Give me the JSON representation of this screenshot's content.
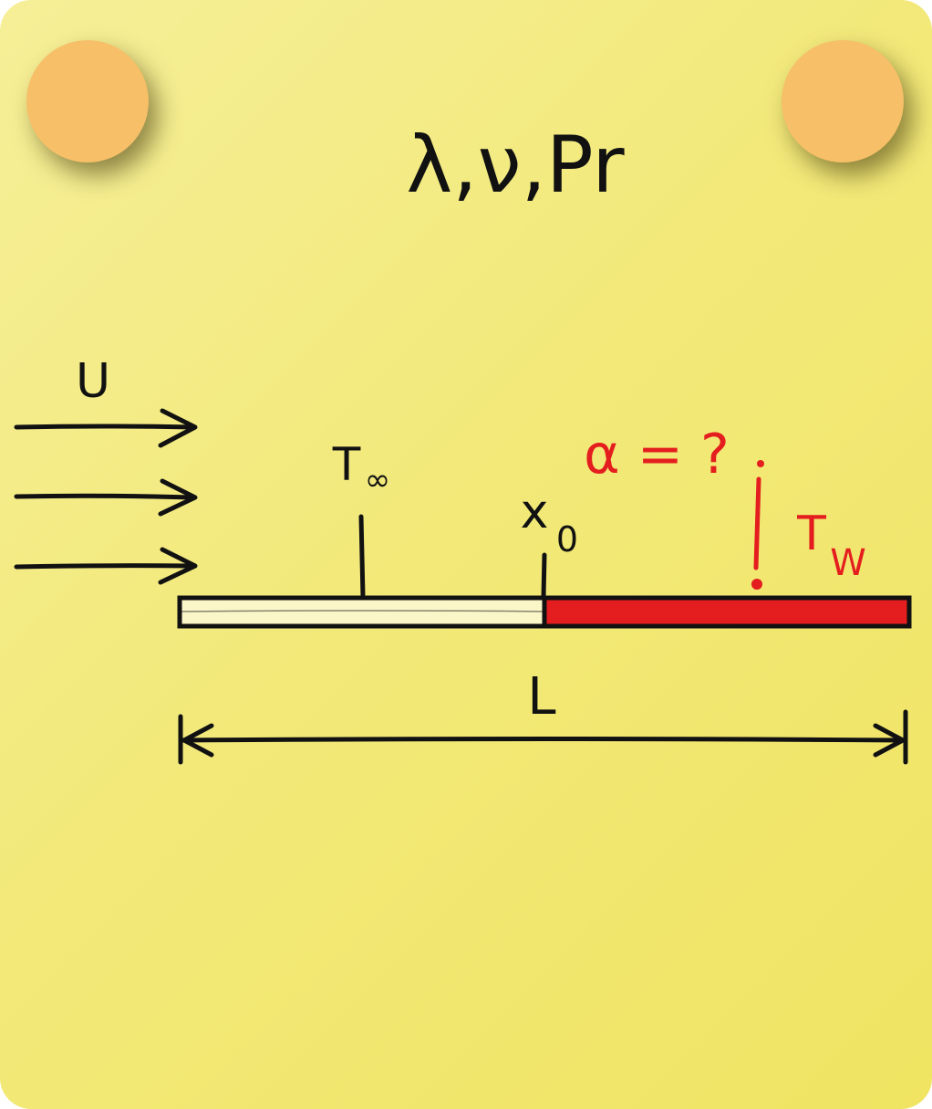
{
  "header": {
    "properties_label": "λ,ν,Pr"
  },
  "flow": {
    "velocity_label": "U"
  },
  "plate": {
    "ambient_temp_label": "T",
    "ambient_temp_subscript": "∞",
    "start_position_label": "x",
    "start_position_subscript": "0",
    "wall_temp_label": "T",
    "wall_temp_subscript": "W",
    "coefficient_label": "α = ?",
    "length_label": "L"
  },
  "colors": {
    "paper": "#f2e97a",
    "pin": "#f6bf68",
    "ink": "#111111",
    "heated": "#e41e1e",
    "unheated": "#fbf6c8"
  },
  "icons": {
    "pins": "pushpin-dot-icon",
    "flow_arrows": "right-arrow-icon"
  }
}
